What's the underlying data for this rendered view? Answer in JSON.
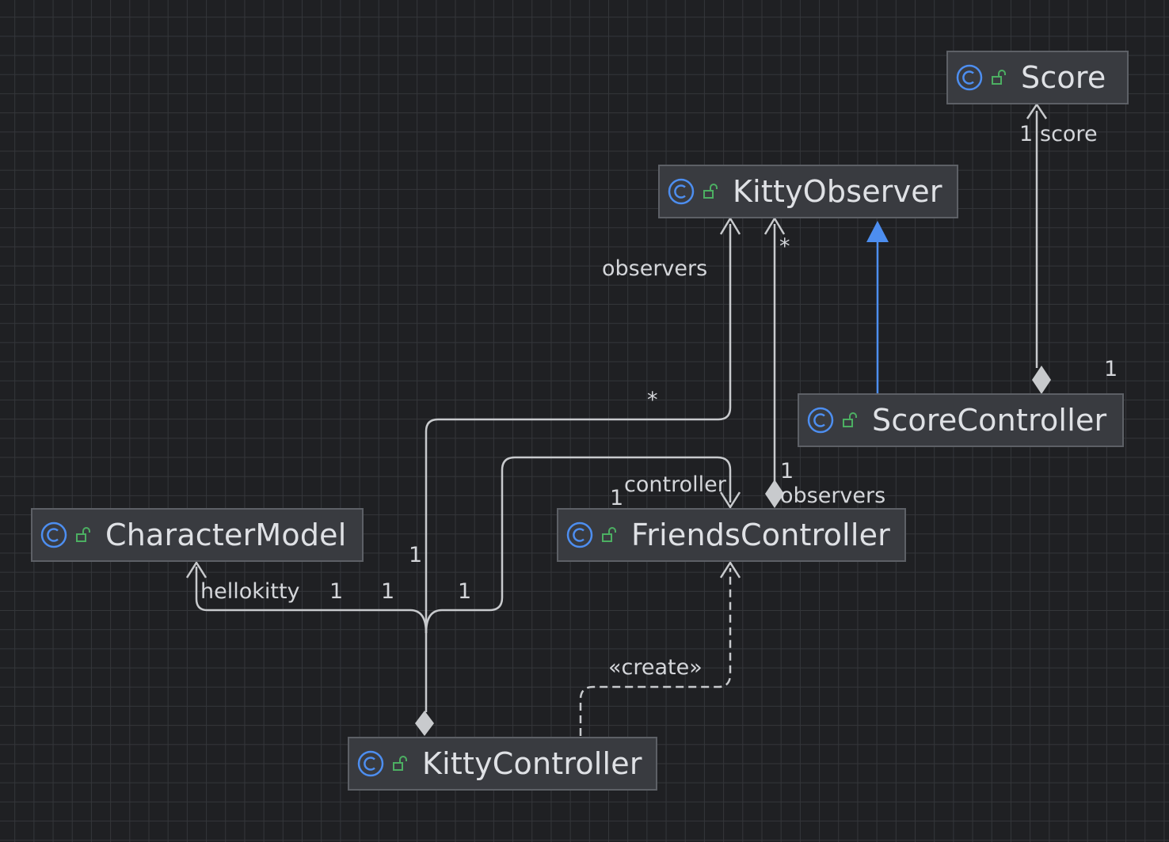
{
  "classes": {
    "score": "Score",
    "kitty_observer": "KittyObserver",
    "score_controller": "ScoreController",
    "character_model": "CharacterModel",
    "friends_controller": "FriendsController",
    "kitty_controller": "KittyController"
  },
  "labels": {
    "score_mult": "1",
    "score_role": "score",
    "score_controller_mult": "1",
    "observers_role_left": "observers",
    "observers_mult_left": "*",
    "observers_mult_right": "*",
    "friends_observers_mult": "1",
    "friends_observers_role": "observers",
    "controller_role": "controller",
    "controller_mult": "1",
    "kitty_mult_upper": "1",
    "hellokitty_role": "hellokitty",
    "hellokitty_mult_a": "1",
    "hellokitty_mult_b": "1",
    "hellokitty_mult_c": "1",
    "create_stereotype": "«create»"
  },
  "icons": {
    "class_icon": "class-c-icon",
    "visibility_icon": "public-lock-icon"
  },
  "colors": {
    "background": "#1f2023",
    "node_fill": "#393b40",
    "node_border": "#5d6066",
    "edge": "#c8cacd",
    "inheritance_edge": "#4d8ef0",
    "class_icon": "#4d8ef0",
    "lock_icon": "#4caf62"
  }
}
